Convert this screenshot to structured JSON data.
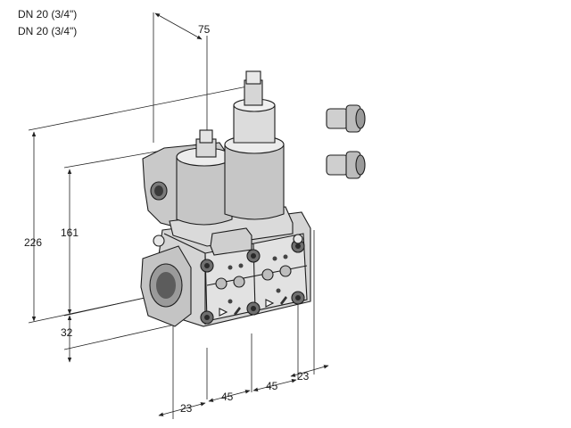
{
  "header": {
    "line1": "DN 20 (3/4\")",
    "line2": "DN 20 (3/4\")"
  },
  "dimensions": {
    "d75": "75",
    "d226": "226",
    "d161": "161",
    "d32": "32",
    "d23_left": "23",
    "d45_a": "45",
    "d45_b": "45",
    "d23_right": "23"
  },
  "colors": {
    "body": "#d4d4d4",
    "dark_body": "#b2b2b2",
    "light": "#ececec",
    "outline": "#1d1d1d"
  }
}
